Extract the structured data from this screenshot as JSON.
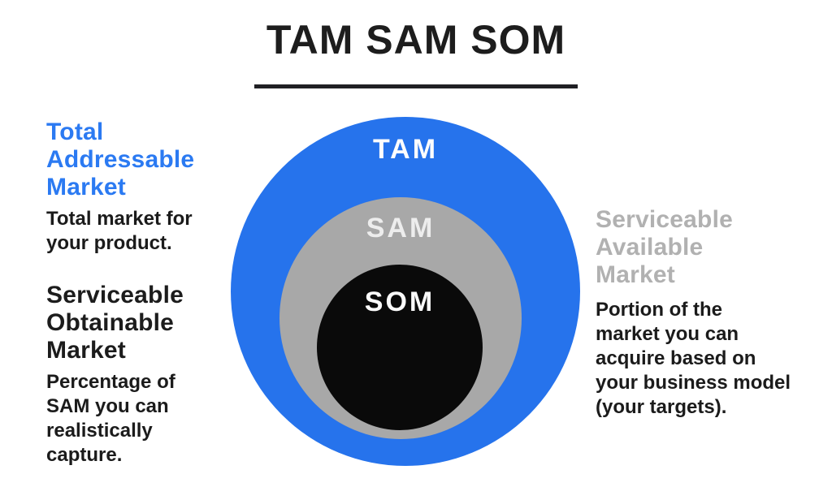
{
  "title": "TAM SAM SOM",
  "diagram": {
    "rings": [
      {
        "id": "tam",
        "label": "TAM",
        "fill": "#2673EC",
        "label_color": "#FDFDFD"
      },
      {
        "id": "sam",
        "label": "SAM",
        "fill": "#A8A8A8",
        "label_color": "#EDEDED"
      },
      {
        "id": "som",
        "label": "SOM",
        "fill": "#0A0A0A",
        "label_color": "#FAFAFA"
      }
    ]
  },
  "annotations": {
    "total_addressable_market": {
      "heading": "Total\nAddressable\nMarket",
      "heading_color": "#2B7AF2",
      "body": "Total market for\nyour product."
    },
    "serviceable_obtainable_market": {
      "heading": "Serviceable\nObtainable\nMarket",
      "heading_color": "#1C1C1C",
      "body": "Percentage of\nSAM you can\nrealistically\ncapture."
    },
    "serviceable_available_market": {
      "heading": "Serviceable\nAvailable\nMarket",
      "heading_color": "#B1B1B1",
      "body": "Portion of the\nmarket you can\nacquire based on\nyour business model\n(your targets)."
    }
  }
}
